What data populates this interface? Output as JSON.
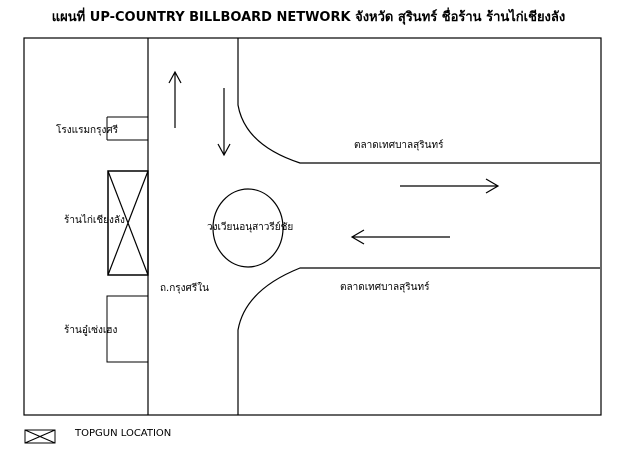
{
  "title": "แผนที่ UP-COUNTRY BILLBOARD NETWORK  จังหวัด สุรินทร์ ชื่อร้าน ร้านไก่เชียงลัง",
  "labels": {
    "hotel": "โรงแรมกรุงศรี",
    "billboard_shop": "ร้านไก่เชียงลัง",
    "other_shop": "ร้านอู๋เซ่งเฮง",
    "road_upper": "ตลาดเทศบาลสุรินทร์",
    "road_lower": "ตลาดเทศบาลสุรินทร์",
    "roundabout": "วงเวียนอนุสาวรีย์ชัย",
    "street": "ถ.กรุงศรีใน"
  },
  "legend": {
    "label": "TOPGUN LOCATION",
    "icon": "crossed-box-icon"
  },
  "colors": {
    "line": "#000000",
    "background": "#ffffff"
  }
}
